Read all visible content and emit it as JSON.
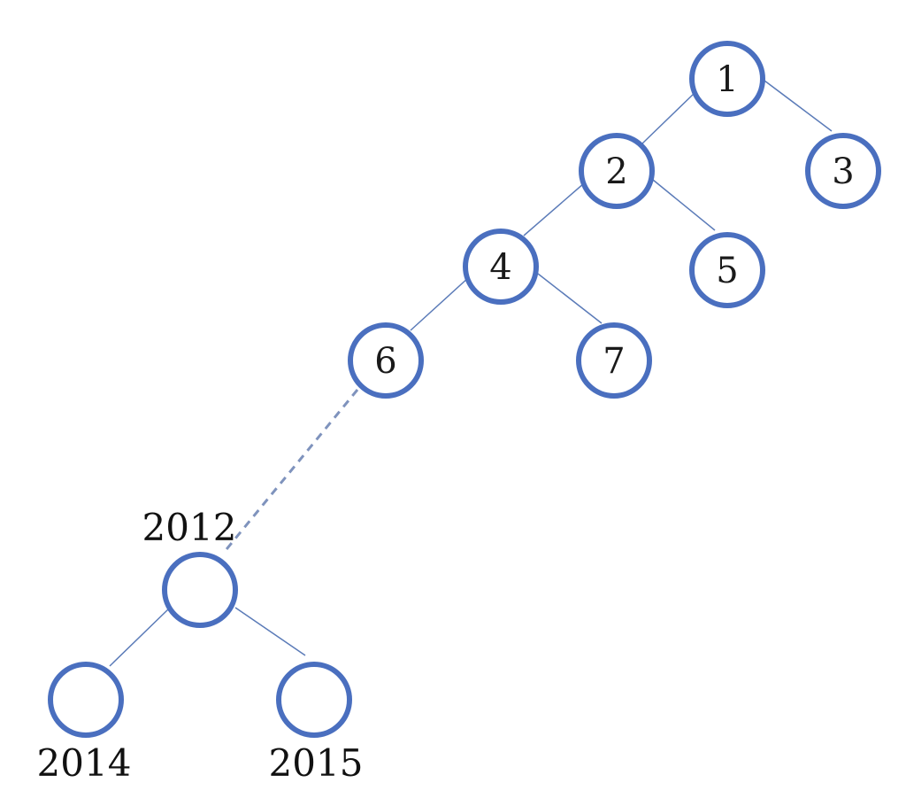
{
  "diagram": {
    "nodes": [
      {
        "id": "n1",
        "label": "1"
      },
      {
        "id": "n2",
        "label": "2"
      },
      {
        "id": "n3",
        "label": "3"
      },
      {
        "id": "n4",
        "label": "4"
      },
      {
        "id": "n5",
        "label": "5"
      },
      {
        "id": "n6",
        "label": "6"
      },
      {
        "id": "n7",
        "label": "7"
      },
      {
        "id": "n2012",
        "label": "",
        "caption": "2012"
      },
      {
        "id": "n2014",
        "label": "",
        "caption": "2014"
      },
      {
        "id": "n2015",
        "label": "",
        "caption": "2015"
      }
    ],
    "edges": [
      {
        "from": "n1",
        "to": "n2",
        "style": "solid"
      },
      {
        "from": "n1",
        "to": "n3",
        "style": "solid"
      },
      {
        "from": "n2",
        "to": "n4",
        "style": "solid"
      },
      {
        "from": "n2",
        "to": "n5",
        "style": "solid"
      },
      {
        "from": "n4",
        "to": "n6",
        "style": "solid"
      },
      {
        "from": "n4",
        "to": "n7",
        "style": "solid"
      },
      {
        "from": "n6",
        "to": "n2012",
        "style": "dashed"
      },
      {
        "from": "n2012",
        "to": "n2014",
        "style": "solid"
      },
      {
        "from": "n2012",
        "to": "n2015",
        "style": "solid"
      }
    ],
    "colors": {
      "node_stroke": "#4a6fbf",
      "edge": "#5b7bb8"
    }
  }
}
